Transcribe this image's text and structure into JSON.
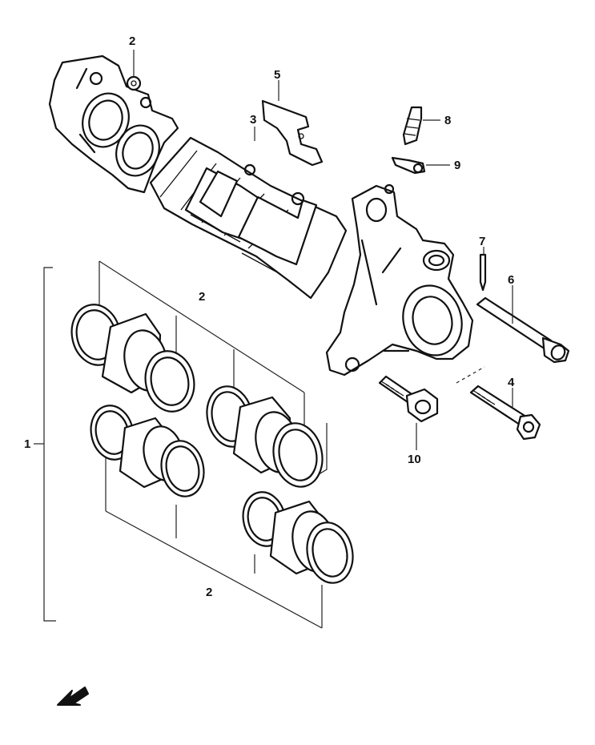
{
  "callouts": {
    "c1": "1",
    "c2_top": "2",
    "c2_mid": "2",
    "c2_bottom": "2",
    "c3": "3",
    "c4": "4",
    "c5": "5",
    "c6": "6",
    "c7": "7",
    "c8": "8",
    "c9": "9",
    "c10": "10"
  },
  "colors": {
    "ink": "#111111",
    "background": "#ffffff"
  },
  "icons": {
    "direction": "front-direction-arrow-icon"
  }
}
